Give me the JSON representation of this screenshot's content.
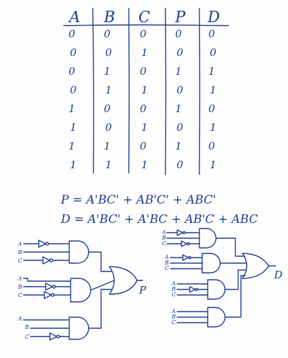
{
  "truth_table": {
    "headers": [
      "A",
      "B",
      "C",
      "P",
      "D"
    ],
    "rows": [
      [
        "0",
        "0",
        "0",
        "0",
        "0"
      ],
      [
        "0",
        "0",
        "1",
        "0",
        "0"
      ],
      [
        "0",
        "1",
        "0",
        "1",
        "1"
      ],
      [
        "0",
        "1",
        "1",
        "0",
        "1"
      ],
      [
        "1",
        "0",
        "0",
        "1",
        "0"
      ],
      [
        "1",
        "0",
        "1",
        "0",
        "1"
      ],
      [
        "1",
        "1",
        "0",
        "1",
        "0"
      ],
      [
        "1",
        "1",
        "1",
        "0",
        "1"
      ]
    ]
  },
  "equations": {
    "p": "P =  A'BC' + AB'C' + ABC'",
    "d": "D =  A'BC' + A'BC + AB'C + ABC"
  },
  "circuits": {
    "left": {
      "output_label": "P",
      "inputs": [
        [
          "A",
          "B",
          "C"
        ],
        [
          "A",
          "B",
          "C"
        ],
        [
          "A",
          "B",
          "C"
        ]
      ]
    },
    "right": {
      "output_label": "D",
      "inputs": [
        [
          "A",
          "B",
          "C"
        ],
        [
          "A",
          "B",
          "C"
        ],
        [
          "A",
          "B",
          "C"
        ],
        [
          "A",
          "B",
          "C"
        ]
      ]
    }
  },
  "colors": {
    "ink": "#1d3b8f",
    "paper": "#fdfdfd"
  }
}
